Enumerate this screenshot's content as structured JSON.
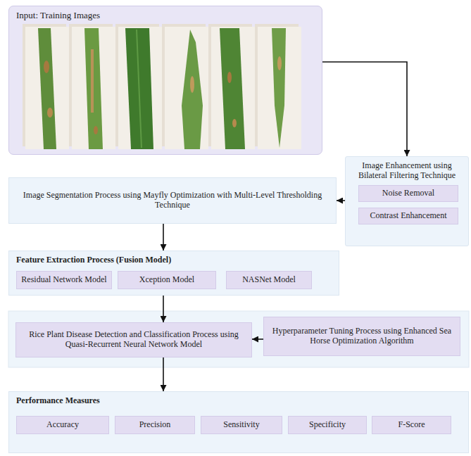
{
  "diagram": {
    "nodes": [
      {
        "text": [
          "Input: Training Images"
        ]
      },
      {
        "text": [
          "Image Enhancement using Bilateral Filtering Technique"
        ]
      },
      {
        "text": [
          "Noise Removal"
        ],
        "in": 1
      },
      {
        "text": [
          "Contrast Enhancement"
        ],
        "in": 1
      },
      {
        "text": [
          "Image Segmentation Process using Mayfly Optimization with Multi-Level Thresholding Technique"
        ]
      },
      {
        "text": [
          "Feature Extraction Process (Fusion Model)"
        ]
      },
      {
        "text": [
          "Residual Network Model"
        ],
        "in": 5
      },
      {
        "text": [
          "Xception Model"
        ],
        "in": 5
      },
      {
        "text": [
          "NASNet Model"
        ],
        "in": 5
      },
      {
        "text": [
          "Rice Plant Disease Detection and Classification Process using Quasi-Recurrent Neural Network Model"
        ]
      },
      {
        "text": [
          "Hyperparameter Tuning Process using Enhanced Sea Horse Optimization Algorithm"
        ]
      },
      {
        "text": [
          "Performance Measures"
        ]
      },
      {
        "text": [
          "Accuracy"
        ],
        "in": 11
      },
      {
        "text": [
          "Precision"
        ],
        "in": 11
      },
      {
        "text": [
          "Sensitivity"
        ],
        "in": 11
      },
      {
        "text": [
          "Specificity"
        ],
        "in": 11
      },
      {
        "text": [
          "F-Score"
        ],
        "in": 11
      }
    ],
    "edges": [
      {
        "from": 0,
        "to": 1,
        "arrow": "to"
      },
      {
        "from": 1,
        "to": 4,
        "arrow": "to"
      },
      {
        "from": 4,
        "to": 5,
        "arrow": "to"
      },
      {
        "from": 5,
        "to": 9,
        "arrow": "to"
      },
      {
        "from": 10,
        "to": 9,
        "arrow": "to"
      },
      {
        "from": 9,
        "to": 11,
        "arrow": "to"
      }
    ]
  }
}
